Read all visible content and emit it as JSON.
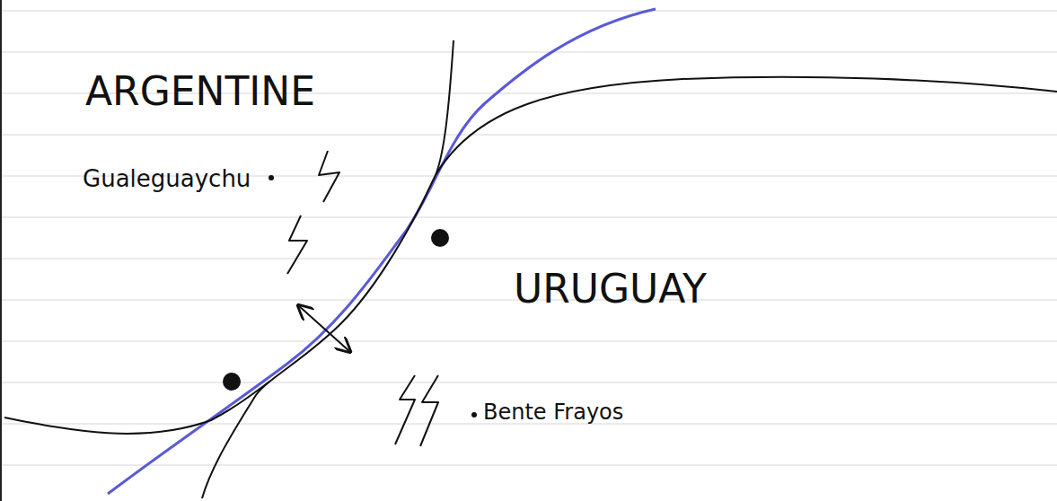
{
  "diagram": {
    "labels": [
      "ARGENTINE",
      "Gualeguaychu",
      "URUGUAY",
      "Bente Frayos"
    ]
  }
}
